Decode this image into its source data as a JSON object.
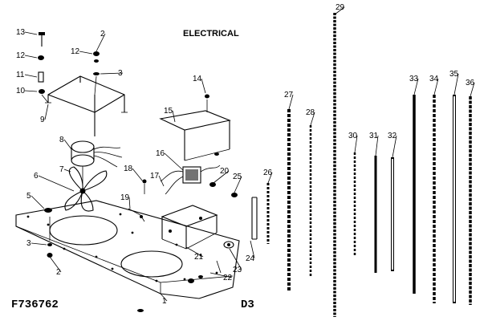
{
  "diagram": {
    "title": "ELECTRICAL",
    "figure_code": "F736762",
    "page_code": "D3",
    "part_numbers": [
      "1",
      "2",
      "3",
      "5",
      "6",
      "7",
      "8",
      "9",
      "10",
      "11",
      "12",
      "13",
      "14",
      "15",
      "16",
      "17",
      "18",
      "19",
      "20",
      "21",
      "22",
      "23",
      "24",
      "25",
      "26",
      "27",
      "28",
      "29",
      "30",
      "31",
      "32",
      "33",
      "34",
      "35",
      "36"
    ]
  }
}
